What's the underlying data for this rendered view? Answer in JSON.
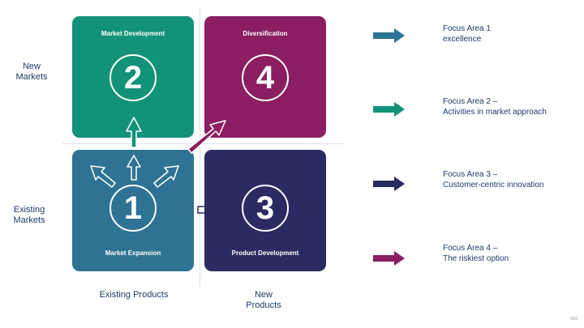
{
  "axes": {
    "y_top": "New\nMarkets",
    "y_bottom": "Existing\nMarkets",
    "x_left": "Existing Products",
    "x_right": "New\nProducts"
  },
  "quadrants": [
    {
      "number": "1",
      "title": "Market Expansion",
      "color": "#2e7393"
    },
    {
      "number": "2",
      "title": "Market Development",
      "color": "#13927a"
    },
    {
      "number": "3",
      "title": "Product Development",
      "color": "#2c2a62"
    },
    {
      "number": "4",
      "title": "Diversification",
      "color": "#8a1e60"
    }
  ],
  "focus_areas": [
    {
      "line1": "Focus Area 1",
      "line2": "excellence",
      "color": "#2e7393"
    },
    {
      "line1": "Focus Area 2 –",
      "line2": "Activities in market approach",
      "color": "#13927a"
    },
    {
      "line1": "Focus Area 3 –",
      "line2": "Customer-centric innovation",
      "color": "#2c2a62"
    },
    {
      "line1": "Focus Area 4 –",
      "line2": "The riskiest option",
      "color": "#8a1e60"
    }
  ],
  "footer": {
    "page_mark": "003"
  }
}
